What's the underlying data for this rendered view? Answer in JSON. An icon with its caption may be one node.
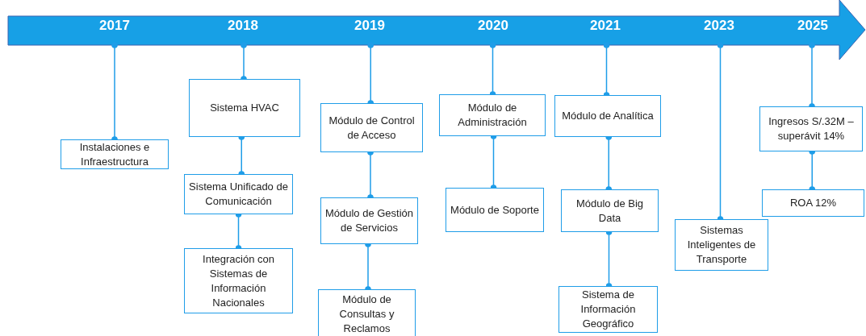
{
  "diagram": {
    "nodes": [
      {
        "text": [
          "2017"
        ]
      },
      {
        "text": [
          "Instalaciones e Infraestructura"
        ]
      },
      {
        "text": [
          "2018"
        ]
      },
      {
        "text": [
          "Sistema HVAC"
        ]
      },
      {
        "text": [
          "Sistema Unificado de Comunicación"
        ]
      },
      {
        "text": [
          "Integración con Sistemas de Información Nacionales"
        ]
      },
      {
        "text": [
          "2019"
        ]
      },
      {
        "text": [
          "Módulo de Control de Acceso"
        ]
      },
      {
        "text": [
          "Módulo de Gestión de Servicios"
        ]
      },
      {
        "text": [
          "Módulo de Consultas y Reclamos"
        ]
      },
      {
        "text": [
          "2020"
        ]
      },
      {
        "text": [
          "Módulo de Administración"
        ]
      },
      {
        "text": [
          "Módulo de Soporte"
        ]
      },
      {
        "text": [
          "2021"
        ]
      },
      {
        "text": [
          "Módulo de Analítica"
        ]
      },
      {
        "text": [
          "Módulo de Big Data"
        ]
      },
      {
        "text": [
          "Sistema de Información Geográfico"
        ]
      },
      {
        "text": [
          "2023"
        ]
      },
      {
        "text": [
          "Sistemas Inteligentes de Transporte"
        ]
      },
      {
        "text": [
          "2025"
        ]
      },
      {
        "text": [
          "Ingresos S/.32M – superávit 14%"
        ]
      },
      {
        "text": [
          "ROA 12%"
        ]
      }
    ],
    "edges": [
      {
        "from": 0,
        "to": 1,
        "arrow": "other"
      },
      {
        "from": 2,
        "to": 3,
        "arrow": "other"
      },
      {
        "from": 3,
        "to": 4,
        "arrow": "other"
      },
      {
        "from": 4,
        "to": 5,
        "arrow": "other"
      },
      {
        "from": 6,
        "to": 7,
        "arrow": "other"
      },
      {
        "from": 7,
        "to": 8,
        "arrow": "other"
      },
      {
        "from": 8,
        "to": 9,
        "arrow": "other"
      },
      {
        "from": 10,
        "to": 11,
        "arrow": "other"
      },
      {
        "from": 11,
        "to": 12,
        "arrow": "other"
      },
      {
        "from": 13,
        "to": 14,
        "arrow": "other"
      },
      {
        "from": 14,
        "to": 15,
        "arrow": "other"
      },
      {
        "from": 15,
        "to": 16,
        "arrow": "other"
      },
      {
        "from": 17,
        "to": 18,
        "arrow": "other"
      },
      {
        "from": 19,
        "to": 20,
        "arrow": "other"
      },
      {
        "from": 20,
        "to": 21,
        "arrow": "other"
      }
    ]
  }
}
